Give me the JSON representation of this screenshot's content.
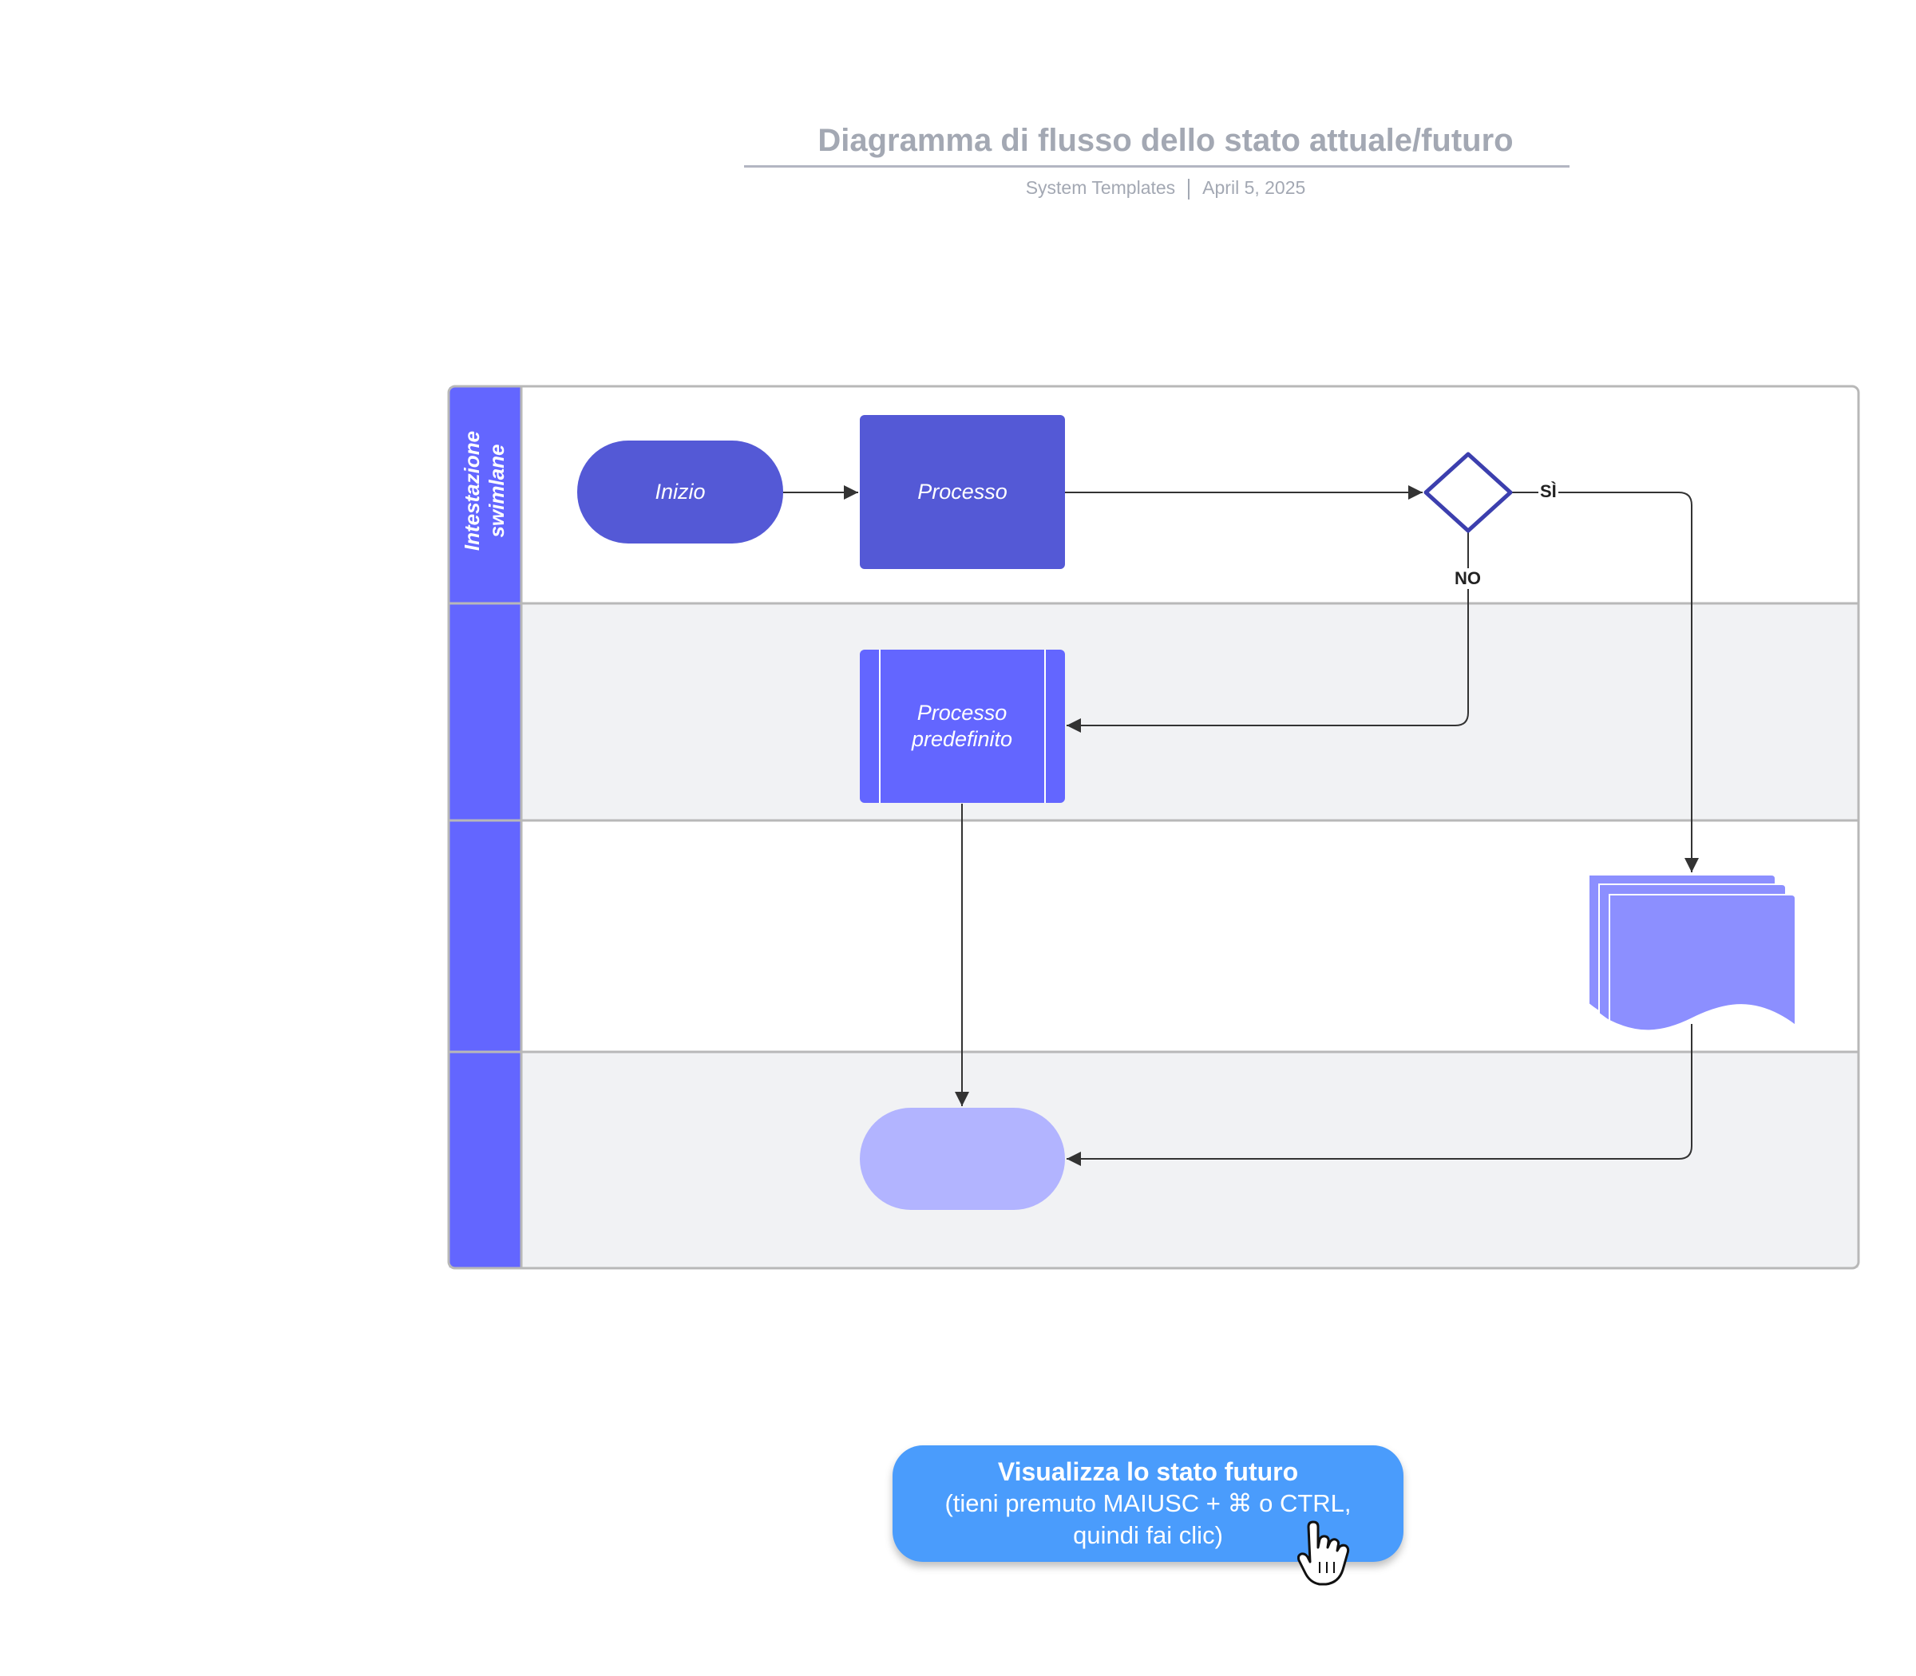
{
  "header": {
    "title": "Diagramma di flusso dello stato attuale/futuro",
    "author": "System Templates",
    "date": "April 5, 2025"
  },
  "swimlane": {
    "header_label": "Intestazione swimlane",
    "lane_count": 4
  },
  "nodes": {
    "start": "Inizio",
    "process": "Processo",
    "predefined_process": "Processo predefinito",
    "decision": "",
    "documents": "",
    "end": ""
  },
  "edges": {
    "yes_label": "SÌ",
    "no_label": "NO"
  },
  "cta": {
    "title": "Visualizza lo stato futuro",
    "line2": "(tieni premuto MAIUSC + ⌘ o CTRL,",
    "line3": "quindi fai clic)"
  },
  "colors": {
    "header_lane": "#6366ff",
    "start_process": "#5459d6",
    "predefined": "#6366ff",
    "documents": "#8c8fff",
    "end": "#b2b4ff",
    "decision_stroke": "#3c3fae",
    "lane_alt_bg": "#f1f2f4",
    "cta": "#4a9cfc"
  },
  "icons": {
    "cursor": "pointing-hand-cursor-icon"
  }
}
